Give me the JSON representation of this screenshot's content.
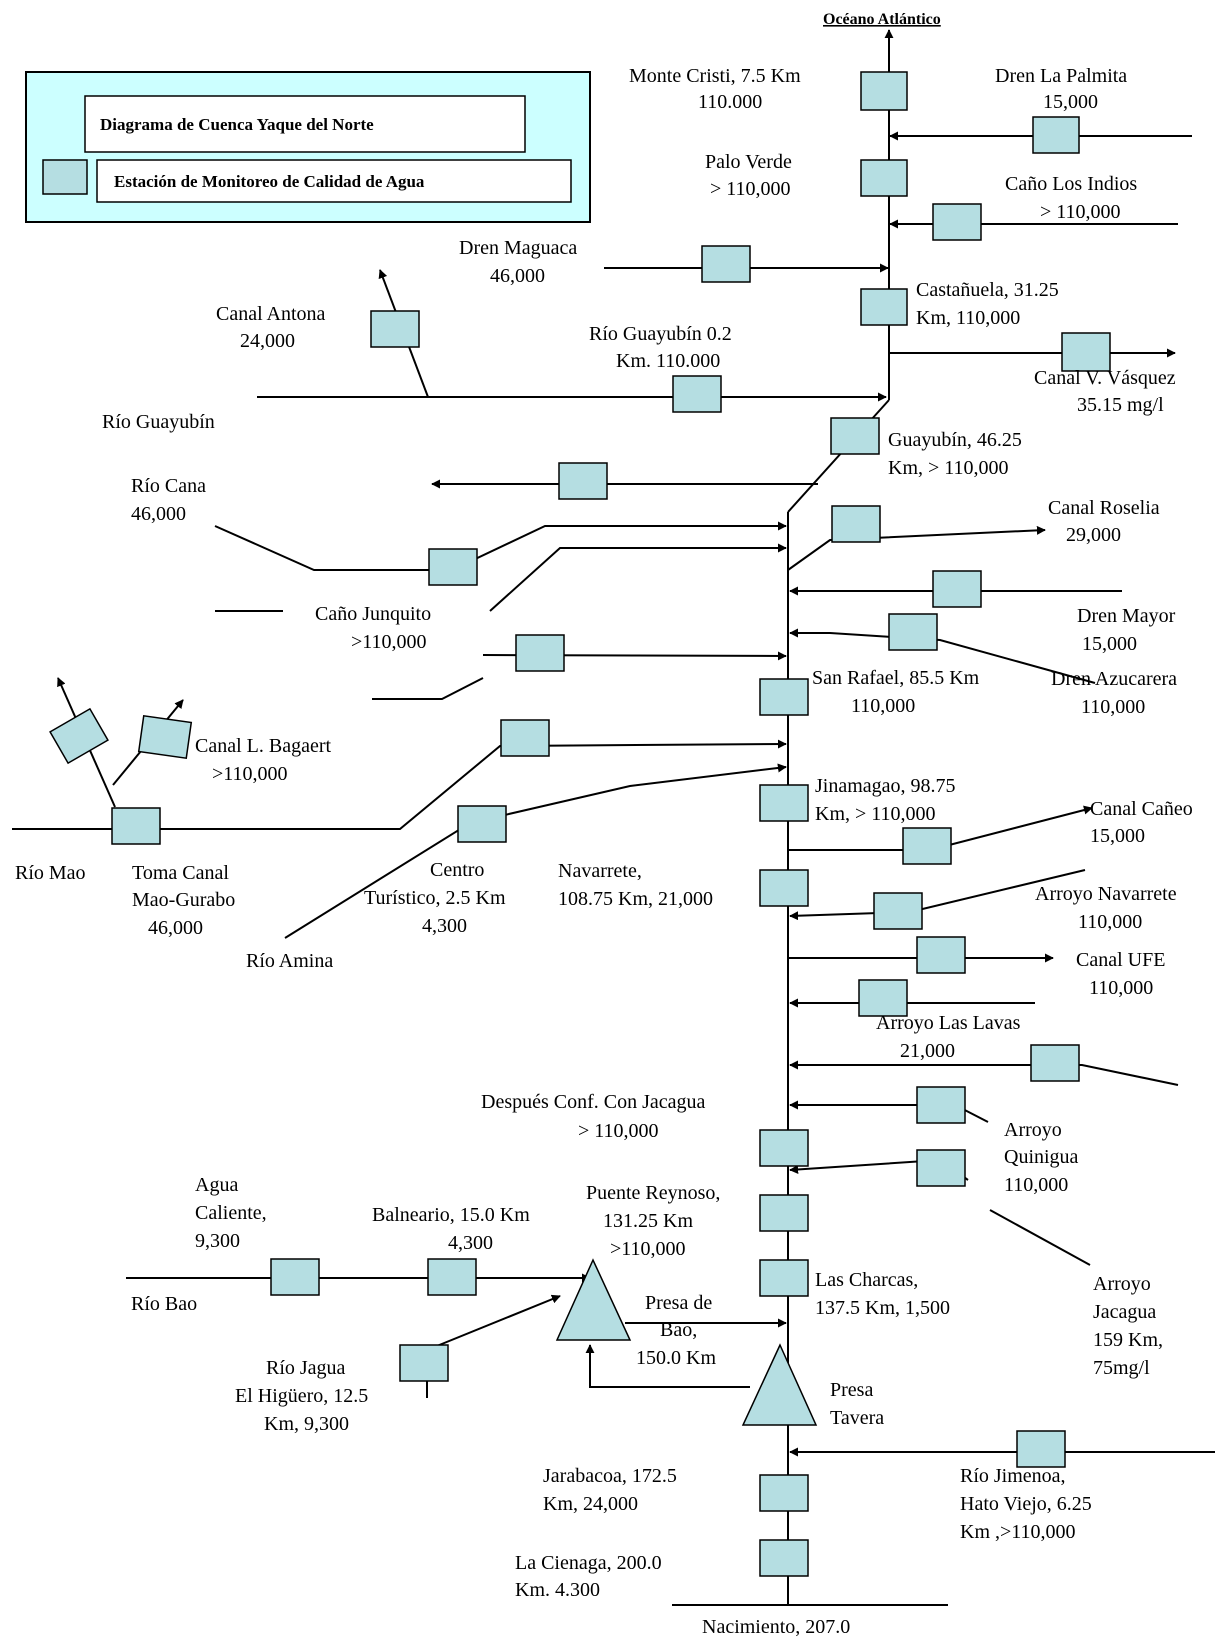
{
  "legend": {
    "title": "Diagrama de Cuenca Yaque del Norte",
    "station_label": "Estación de Monitoreo de Calidad de Agua",
    "colors": {
      "box_fill": "#ccffff",
      "station_fill": "#b5dee2"
    }
  },
  "ocean_label": "Océano Atlántico",
  "labels": {
    "monte_cristi_1": "Monte Cristi, 7.5 Km",
    "monte_cristi_2": "110.000",
    "palmita_1": "Dren La Palmita",
    "palmita_2": "15,000",
    "palo_verde_1": "Palo Verde",
    "palo_verde_2": "> 110,000",
    "indios_1": "Caño Los Indios",
    "indios_2": "> 110,000",
    "maguaca_1": "Dren Maguaca",
    "maguaca_2": "46,000",
    "castanuela_1": "Castañuela, 31.25",
    "castanuela_2": "Km, 110,000",
    "antona_1": "Canal Antona",
    "antona_2": "24,000",
    "guayubin_st_1": "Río Guayubín  0.2",
    "guayubin_st_2": "Km. 110.000",
    "vasquez_1": "Canal V. Vásquez",
    "vasquez_2": "35.15 mg/l",
    "rio_guayubin": "Río Guayubín",
    "guayubin_1": "Guayubín, 46.25",
    "guayubin_2": "Km, > 110,000",
    "cana_1": "Río Cana",
    "cana_2": "46,000",
    "roselia_1": "Canal Roselia",
    "roselia_2": "29,000",
    "junquito_1": "Caño Junquito",
    "junquito_2": ">110,000",
    "mayor_1": "Dren Mayor",
    "mayor_2": "15,000",
    "san_rafael_1": "San Rafael, 85.5 Km",
    "san_rafael_2": "110,000",
    "azucarera_1": "Dren Azucarera",
    "azucarera_2": "110,000",
    "bagaert_1": "Canal L. Bagaert",
    "bagaert_2": ">110,000",
    "jinamagao_1": "Jinamagao, 98.75",
    "jinamagao_2": "Km,  > 110,000",
    "canal_caneo_1": "Canal Cañeo",
    "canal_caneo_2": "15,000",
    "rio_mao": "Río Mao",
    "toma_1": "Toma Canal",
    "toma_2": "Mao-Gurabo",
    "toma_3": "46,000",
    "centro_1": "Centro",
    "centro_2": "Turístico, 2.5 Km",
    "centro_3": "4,300",
    "navarrete_1": "Navarrete,",
    "navarrete_2": "108.75 Km, 21,000",
    "arroyo_navarrete_1": "Arroyo Navarrete",
    "arroyo_navarrete_2": "110,000",
    "rio_amina": "Río Amina",
    "ufe_1": "Canal UFE",
    "ufe_2": "110,000",
    "lavas_1": "Arroyo Las Lavas",
    "lavas_2": "21,000",
    "despues_1": "Después Conf. Con Jacagua",
    "despues_2": "> 110,000",
    "quinigua_1": "Arroyo",
    "quinigua_2": "Quinigua",
    "quinigua_3": "110,000",
    "agua_1": "Agua",
    "agua_2": "Caliente,",
    "agua_3": "9,300",
    "balneario_1": "Balneario, 15.0 Km",
    "balneario_2": "4,300",
    "reynoso_1": "Puente Reynoso,",
    "reynoso_2": "131.25 Km",
    "reynoso_3": ">110,000",
    "rio_bao": "Río Bao",
    "charcas_1": "Las Charcas,",
    "charcas_2": "137.5 Km, 1,500",
    "jacagua_1": "Arroyo",
    "jacagua_2": "Jacagua",
    "jacagua_3": "159 Km,",
    "jacagua_4": "75mg/l",
    "presa_bao_1": "Presa de",
    "presa_bao_2": "Bao,",
    "presa_bao_3": "150.0 Km",
    "jagua_1": "Río Jagua",
    "jagua_2": "El Higüero, 12.5",
    "jagua_3": "Km, 9,300",
    "tavera_1": "Presa",
    "tavera_2": "Tavera",
    "jarabacoa_1": "Jarabacoa, 172.5",
    "jarabacoa_2": "Km, 24,000",
    "jimenoa_1": "Río Jimenoa,",
    "jimenoa_2": "Hato Viejo, 6.25",
    "jimenoa_3": "Km ,>110,000",
    "cienaga_1": "La Cienaga, 200.0",
    "cienaga_2": "Km. 4.300",
    "nacimiento": "Nacimiento, 207.0"
  }
}
